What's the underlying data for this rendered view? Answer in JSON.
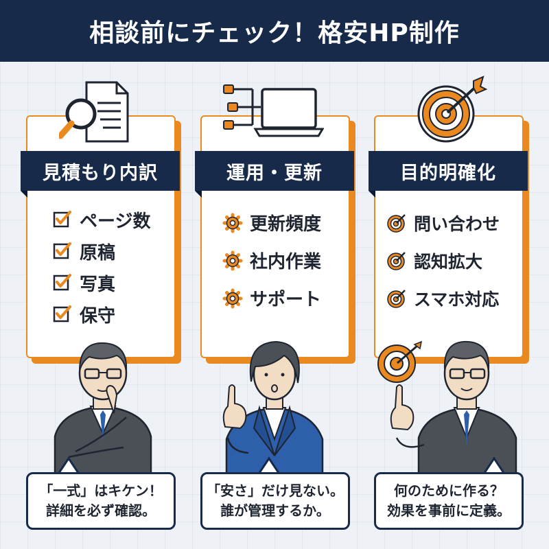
{
  "header": {
    "title": "相談前にチェック！格安HP制作"
  },
  "columns": [
    {
      "heading": "見積もり内訳",
      "top_icon": "magnifier-document-icon",
      "bullet_icon": "checkbox-icon",
      "items": [
        "ページ数",
        "原稿",
        "写真",
        "保守"
      ],
      "bubble": [
        "「一式」はキケン！",
        "詳細を必ず確認。"
      ]
    },
    {
      "heading": "運用・更新",
      "top_icon": "laptop-tools-icon",
      "bullet_icon": "gear-icon",
      "items": [
        "更新頻度",
        "社内作業",
        "サポート"
      ],
      "bubble": [
        "「安さ」だけ見ない。",
        "誰が管理するか。"
      ]
    },
    {
      "heading": "目的明確化",
      "top_icon": "target-arrow-icon",
      "bullet_icon": "target-icon",
      "items": [
        "問い合わせ",
        "認知拡大",
        "スマホ対応"
      ],
      "bubble": [
        "何のために作る？",
        "効果を事前に定義。"
      ]
    }
  ],
  "colors": {
    "navy": "#172a4a",
    "orange": "#e9891f",
    "background": "#eef1f5"
  }
}
